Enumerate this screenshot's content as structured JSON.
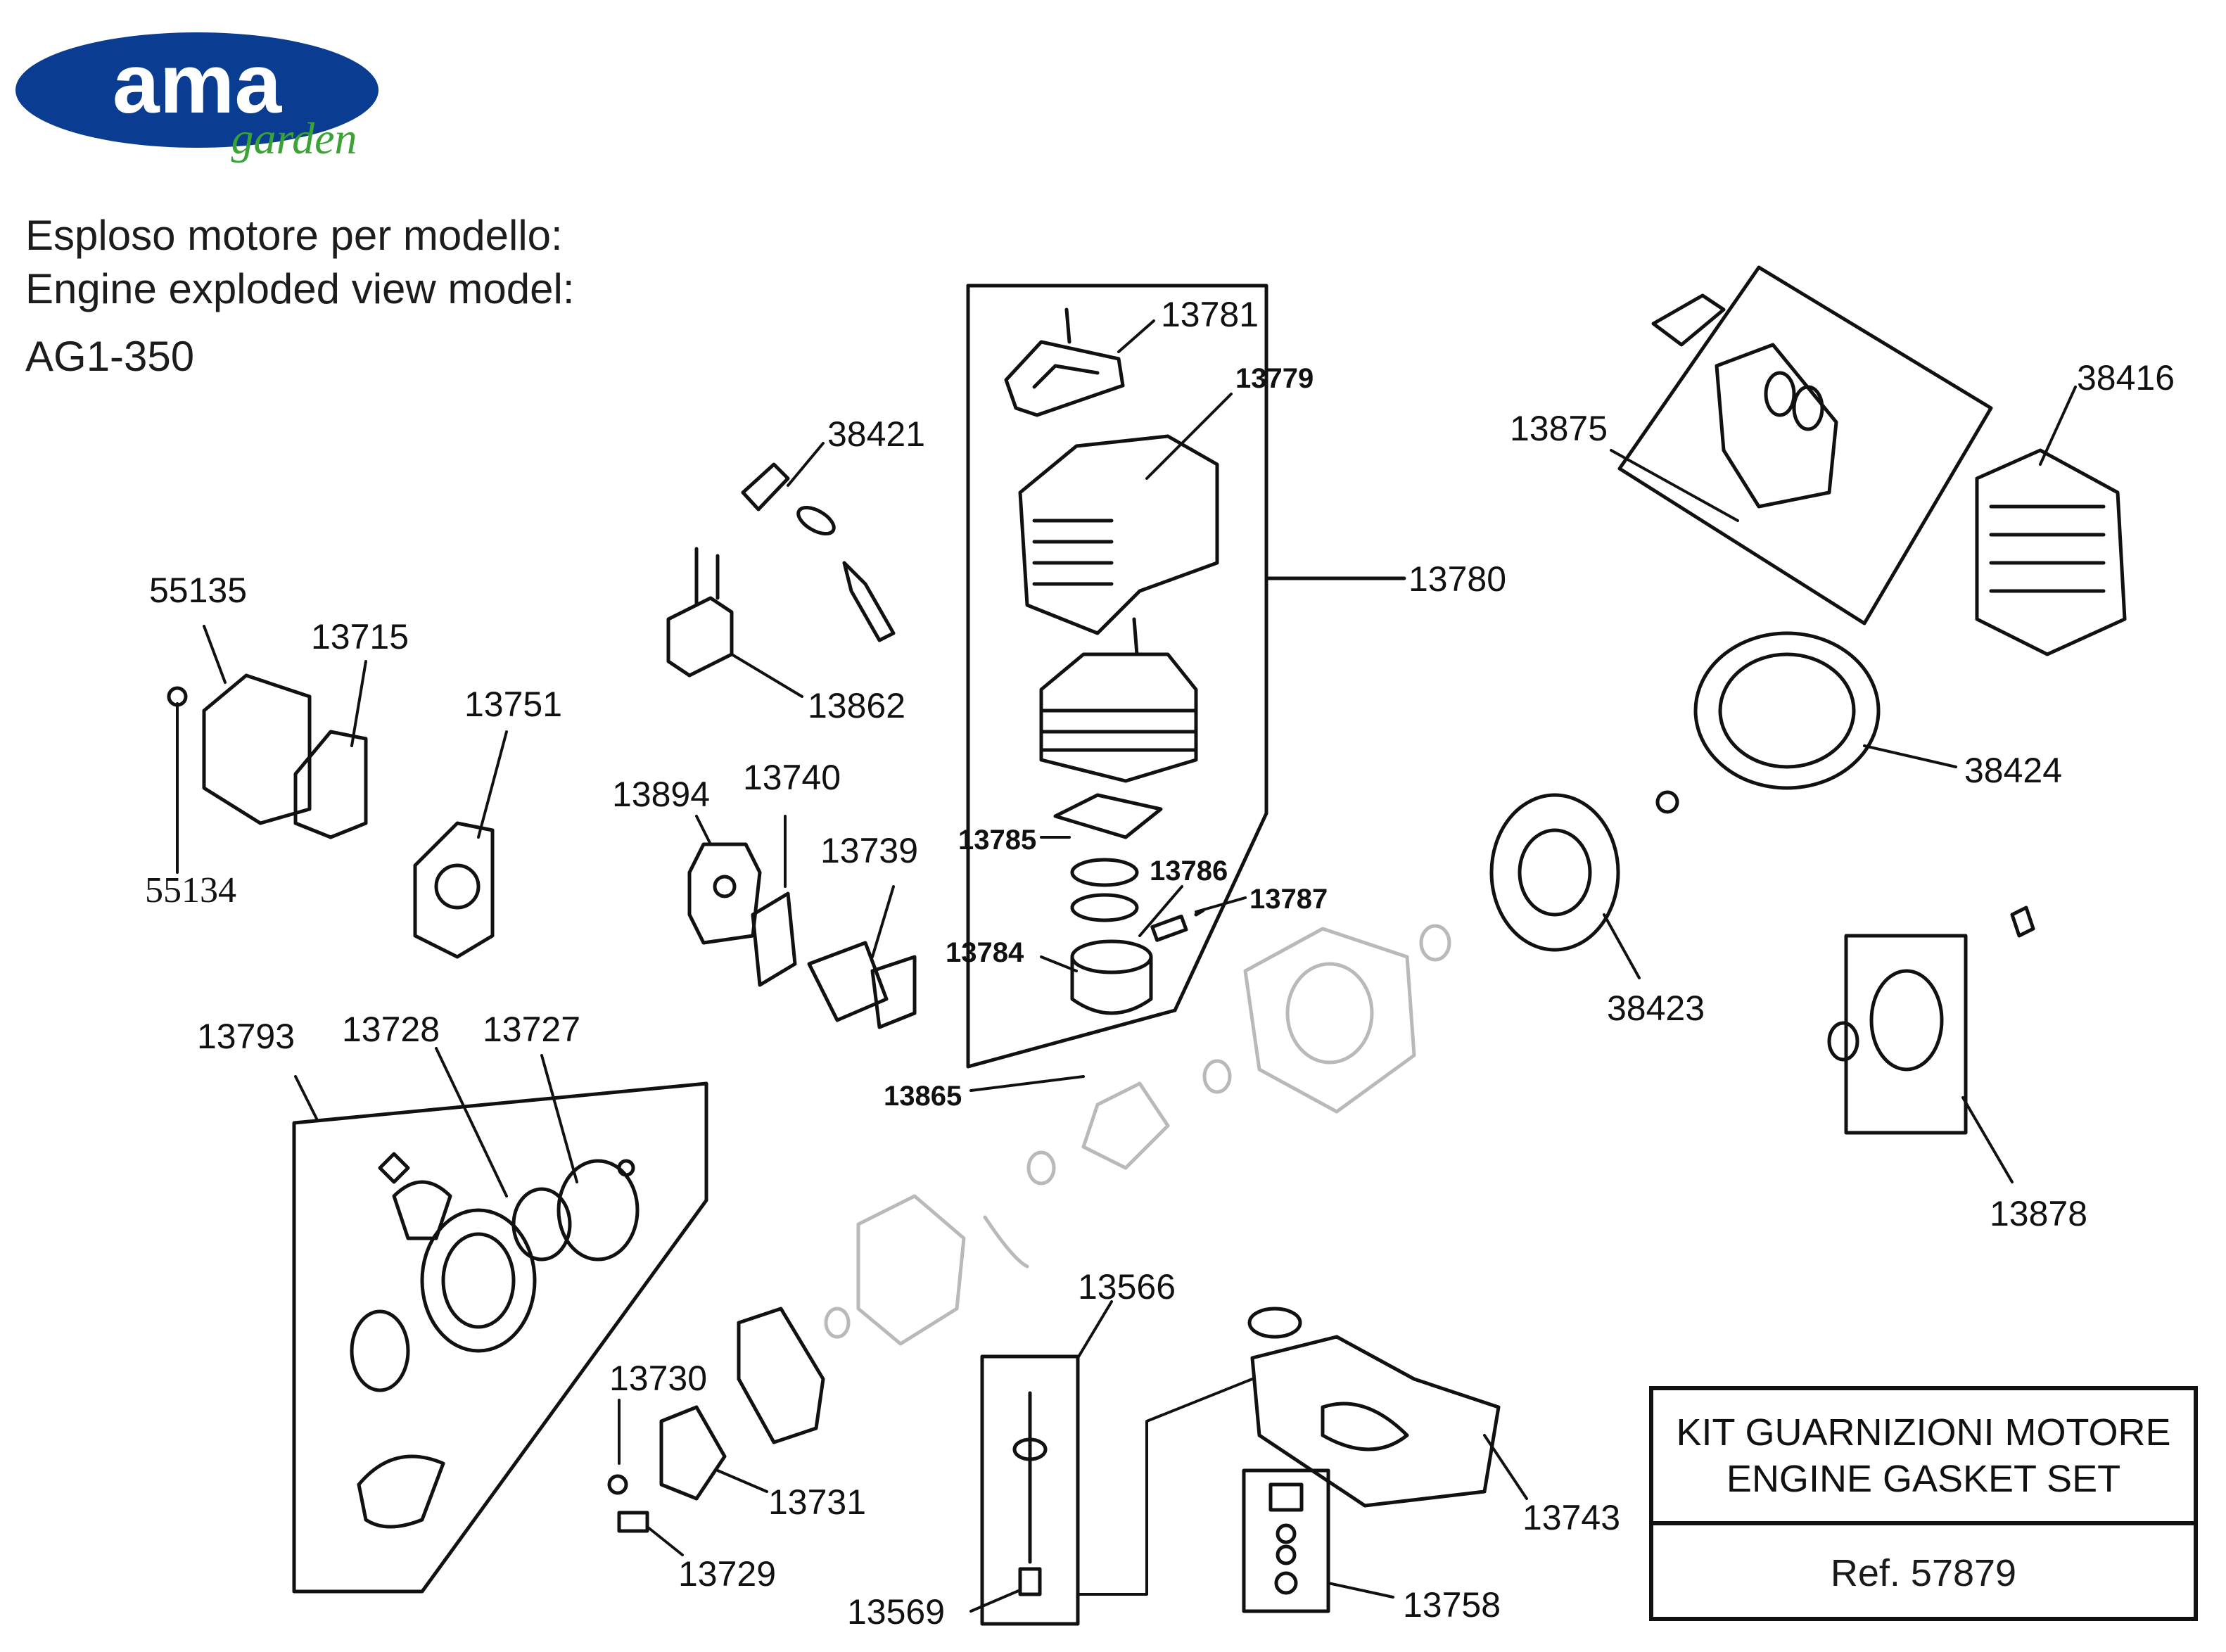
{
  "brand": {
    "logo_text": "ama",
    "logo_subtext": "garden",
    "brand_color": "#0a3d91",
    "accent_color": "#3aa335"
  },
  "header": {
    "line_it": "Esploso motore per modello:",
    "line_en": "Engine exploded view model:",
    "model": "AG1-350"
  },
  "parts": {
    "p13781": "13781",
    "p13779": "13779",
    "p13780": "13780",
    "p13785": "13785",
    "p13786": "13786",
    "p13787": "13787",
    "p13784": "13784",
    "p13865": "13865",
    "p38421": "38421",
    "p13862": "13862",
    "p13894": "13894",
    "p13740": "13740",
    "p13739": "13739",
    "p55135": "55135",
    "p13715": "13715",
    "p13751": "13751",
    "p55134": "55134",
    "p13793": "13793",
    "p13728": "13728",
    "p13727": "13727",
    "p13875": "13875",
    "p38416": "38416",
    "p38424": "38424",
    "p38423": "38423",
    "p13878": "13878",
    "p13566": "13566",
    "p13569": "13569",
    "p13730": "13730",
    "p13731": "13731",
    "p13729": "13729",
    "p13743": "13743",
    "p13758": "13758"
  },
  "kit": {
    "title_it": "KIT GUARNIZIONI MOTORE",
    "title_en": "ENGINE GASKET SET",
    "ref": "Ref. 57879"
  }
}
